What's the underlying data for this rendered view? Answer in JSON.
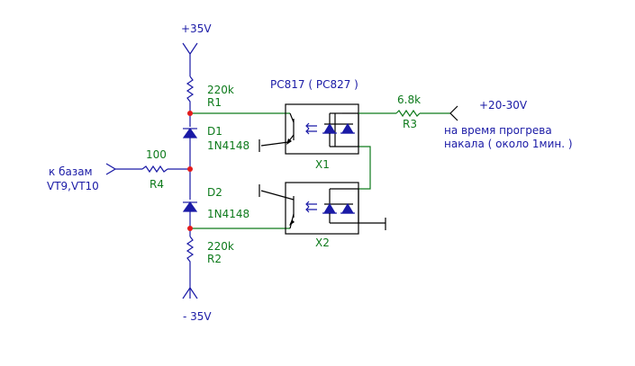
{
  "labels": {
    "vplus": "+35V",
    "vminus": "- 35V",
    "r1_value": "220k",
    "r1_ref": "R1",
    "r2_value": "220k",
    "r2_ref": "R2",
    "r3_value": "6.8k",
    "r3_ref": "R3",
    "r4_value": "100",
    "r4_ref": "R4",
    "d1_ref": "D1",
    "d1_part": "1N4148",
    "d2_ref": "D2",
    "d2_part": "1N4148",
    "optocoupler_part": "PC817 ( PC827 )",
    "x1_ref": "X1",
    "x2_ref": "X2",
    "input_line1": "к базам",
    "input_line2": "VT9,VT10",
    "supply_in": "+20-30V",
    "note_line1": "на время прогрева",
    "note_line2": "накала ( около 1мин. )"
  },
  "colors": {
    "wire_blue": "#1a1aa6",
    "wire_green": "#0d7a1b",
    "optocoupler_body": "#000000",
    "junction": "#e31b1b"
  }
}
